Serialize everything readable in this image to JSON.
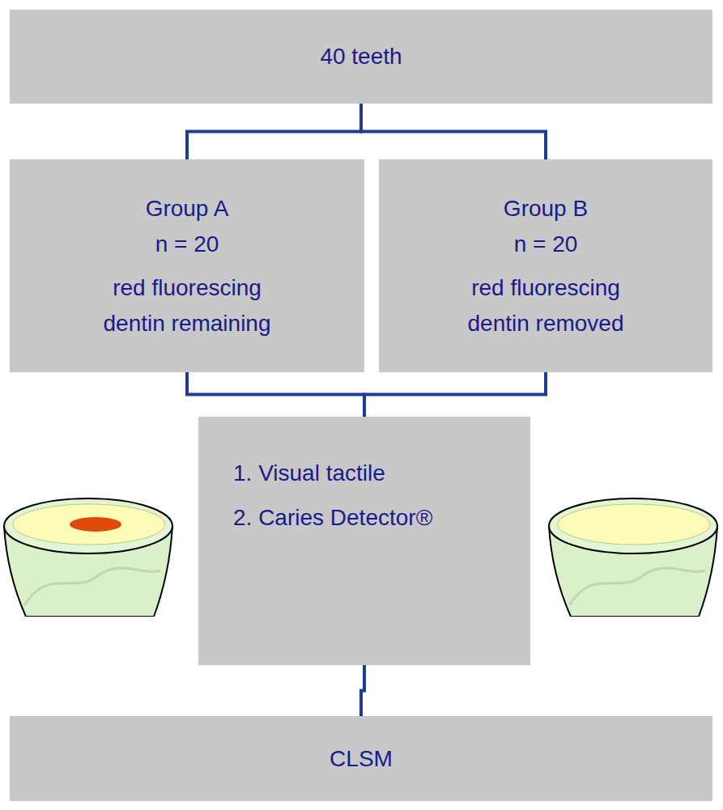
{
  "diagram": {
    "nodes": [
      {
        "text": [
          "40 teeth"
        ]
      },
      {
        "text": [
          "Group A",
          "n = 20",
          "red fluorescing dentin remaining"
        ]
      },
      {
        "text": [
          "Group B",
          "n = 20",
          "red fluorescing dentin removed"
        ]
      },
      {
        "text": [
          "1. Visual tactile",
          "2. Caries Detector®"
        ]
      },
      {
        "text": [
          "CLSM"
        ]
      }
    ],
    "edges": [
      {
        "from": 0,
        "to": 1,
        "arrow": "none"
      },
      {
        "from": 0,
        "to": 2,
        "arrow": "none"
      },
      {
        "from": 1,
        "to": 3,
        "arrow": "none"
      },
      {
        "from": 2,
        "to": 3,
        "arrow": "none"
      },
      {
        "from": 3,
        "to": 4,
        "arrow": "none"
      }
    ]
  }
}
